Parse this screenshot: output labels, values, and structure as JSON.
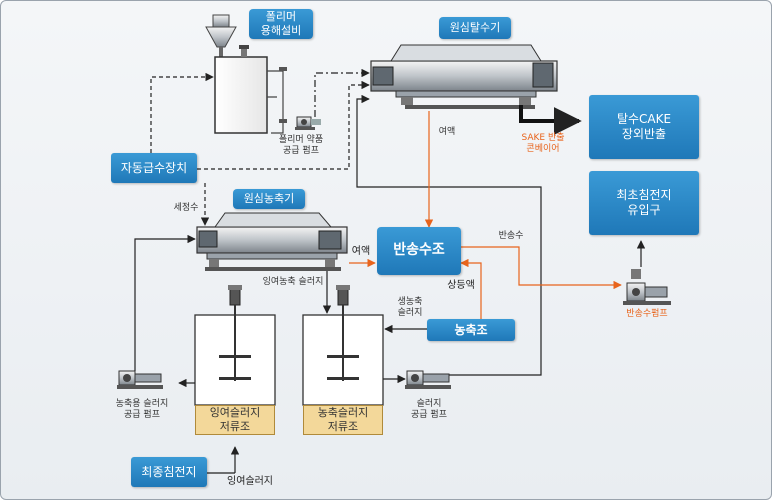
{
  "units": {
    "polymer": "폴리머\n용해설비",
    "centrifuge_dewater": "원심탈수기",
    "auto_water": "자동급수장치",
    "centrifuge_thickener": "원심농축기",
    "return_tank": "반송수조",
    "thickening_tank": "농축조",
    "cake_out": "탈수CAKE\n장외반출",
    "final_inlet": "최초침전지\n유입구",
    "final_clarifier": "최종침전지",
    "surplus_storage": "잉여슬러지\n저류조",
    "thick_storage": "농축슬러지\n저류조"
  },
  "labels": {
    "polymer_pump": "폴리머 약품\n공급 펌프",
    "filtrate_top": "여액",
    "cake_conveyor": "SAKE 반출\n콘베이어",
    "wash_water": "세정수",
    "filtrate_mid": "여액",
    "return_water": "반송수",
    "surplus_thick_sludge": "잉여농축 슬러지",
    "supernatant": "상등액",
    "raw_thick_sludge": "생농축\n슬러지",
    "return_pump": "반송수펌프",
    "thick_feed_pump": "농축용 슬러지\n공급 펌프",
    "sludge_feed_pump": "슬러지\n공급 펌프",
    "surplus_sludge": "잉여슬러지"
  },
  "colors": {
    "unit_blue": "#2a88c8",
    "return_orange": "#e8641c",
    "storage_tan": "#f3d89a",
    "line_dark": "#222222"
  }
}
